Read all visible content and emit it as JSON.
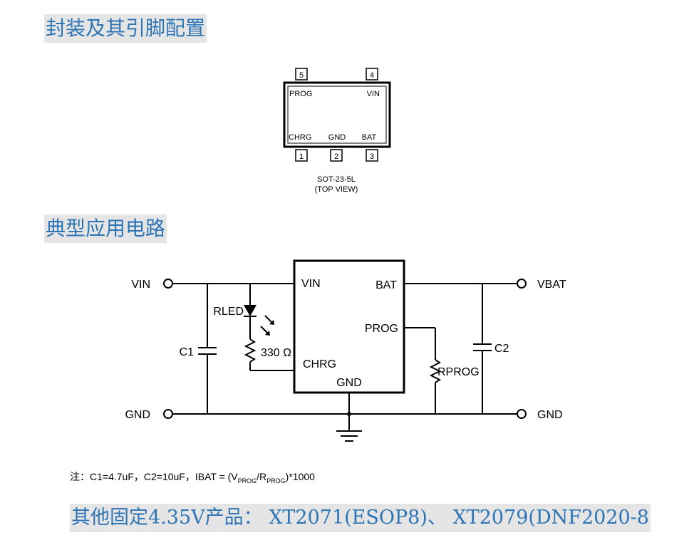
{
  "headings": {
    "package": "封装及其引脚配置",
    "circuit": "典型应用电路",
    "products": "其他固定4.35V产品： XT2071(ESOP8)、 XT2079(DNF2020-8"
  },
  "package": {
    "pins": [
      {
        "num": "5",
        "name": "PROG"
      },
      {
        "num": "4",
        "name": "VIN"
      },
      {
        "num": "1",
        "name": "CHRG"
      },
      {
        "num": "2",
        "name": "GND"
      },
      {
        "num": "3",
        "name": "BAT"
      }
    ],
    "caption_line1": "SOT-23-5L",
    "caption_line2": "(TOP VIEW)"
  },
  "circuit": {
    "left_vin": "VIN",
    "left_gnd": "GND",
    "right_vbat": "VBAT",
    "right_gnd": "GND",
    "c1": "C1",
    "c2": "C2",
    "rled": "RLED",
    "r_value": "330 Ω",
    "rprog": "RPROG",
    "ic_vin": "VIN",
    "ic_bat": "BAT",
    "ic_prog": "PROG",
    "ic_chrg": "CHRG",
    "ic_gnd": "GND"
  },
  "note": {
    "prefix": "注：C1=4.7uF，C2=10uF，IBAT = (V",
    "sub1": "PROG",
    "mid": "/R",
    "sub2": "PROG",
    "suffix": ")*1000"
  }
}
